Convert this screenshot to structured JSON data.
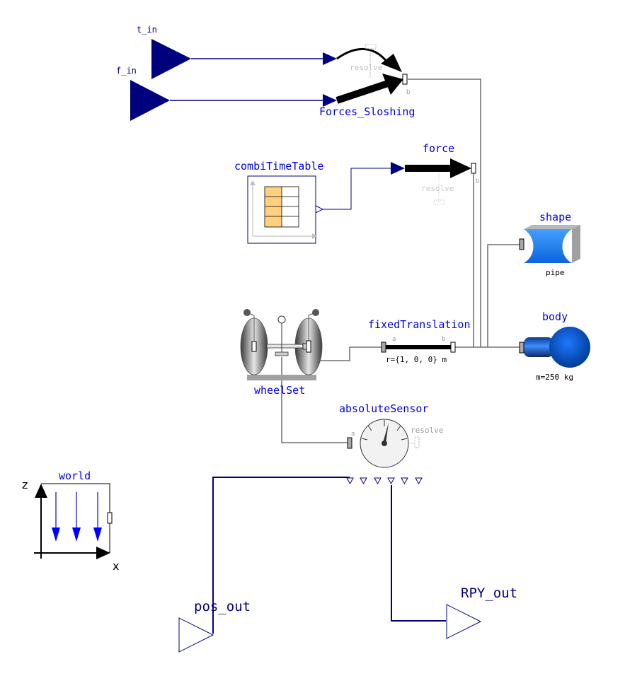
{
  "labels": {
    "t_in": "t_in",
    "f_in": "f_in",
    "forces_sloshing": "Forces_Sloshing",
    "resolve_top": "resolve",
    "resolve_force": "resolve",
    "resolve_sensor": "resolve",
    "force": "force",
    "combi_time_table": "combiTimeTable",
    "shape": "shape",
    "shape_type": "pipe",
    "body": "body",
    "body_mass": "m=250 kg",
    "fixed_translation": "fixedTranslation",
    "fixed_translation_r": "r={1, 0, 0} m",
    "port_a": "a",
    "port_b": "b",
    "wheel_set": "wheelSet",
    "absolute_sensor": "absoluteSensor",
    "world": "world",
    "axis_z": "z",
    "axis_x": "x",
    "pos_out": "pos_out",
    "rpy_out": "RPY_out"
  },
  "colors": {
    "label_blue": "#0000ee",
    "signal_navy": "#00007f",
    "connector_gray": "#555555",
    "shape_blue": "#1e90ff",
    "body_blue": "#0064c8",
    "table_orange": "#ffd080"
  }
}
